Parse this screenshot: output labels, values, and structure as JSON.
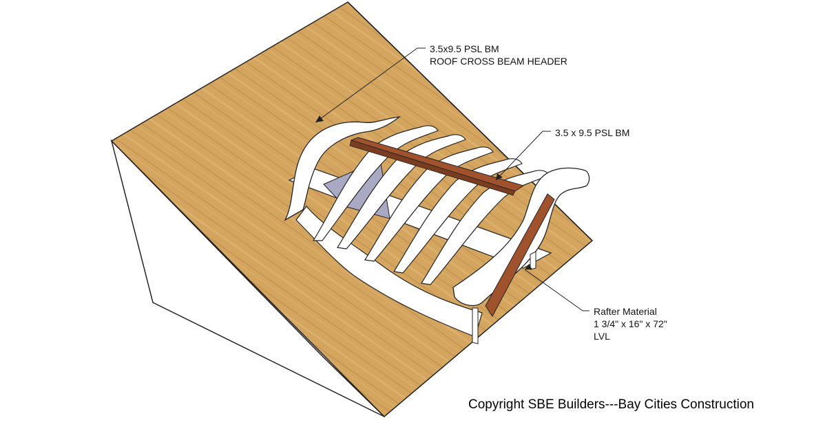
{
  "callouts": {
    "header": {
      "line1": "3.5x9.5 PSL BM",
      "line2": "ROOF CROSS BEAM HEADER"
    },
    "beam": {
      "line1": "3.5 x 9.5 PSL BM"
    },
    "rafter": {
      "line1": "Rafter Material",
      "line2": "1 3/4\" x 16\" x 72\"",
      "line3": "LVL"
    }
  },
  "copyright": "Copyright SBE Builders---Bay Cities Construction",
  "colors": {
    "roof": "#d3a55f",
    "wall": "#ffffff",
    "rafter": "#ffffff",
    "beam": "#a0522d",
    "glass": "#a9a9c3",
    "outline": "#222222"
  }
}
